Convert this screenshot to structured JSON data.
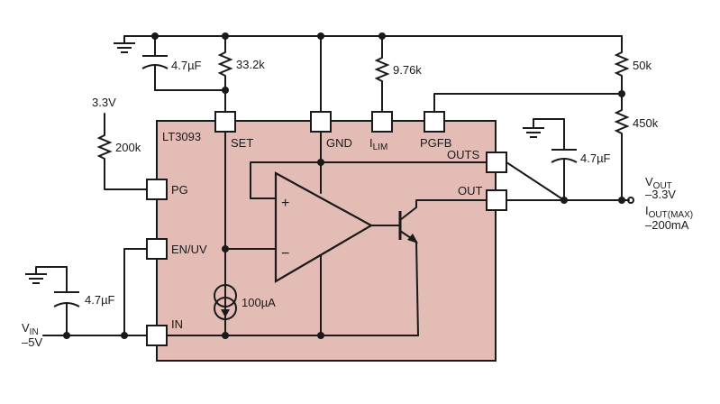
{
  "chip": {
    "name": "LT3093",
    "pins": {
      "set": "SET",
      "gnd": "GND",
      "ilim_main": "I",
      "ilim_sub": "LIM",
      "pgfb": "PGFB",
      "outs": "OUTS",
      "out": "OUT",
      "pg": "PG",
      "en_uv": "EN/UV",
      "in": "IN"
    },
    "current_source": "100µA",
    "opamp_plus": "+",
    "opamp_minus": "−"
  },
  "components": {
    "c_set": "4.7µF",
    "r_set": "33.2k",
    "r_ilim": "9.76k",
    "r_top": "50k",
    "r_bottom": "450k",
    "c_out": "4.7µF",
    "r_pg": "200k",
    "pg_supply": "3.3V",
    "c_in": "4.7µF"
  },
  "output": {
    "vout_main": "V",
    "vout_sub": "OUT",
    "vout_value": "–3.3V",
    "iout_main": "I",
    "iout_sub": "OUT(MAX)",
    "iout_value": "–200mA"
  },
  "input": {
    "vin_main": "V",
    "vin_sub": "IN",
    "vin_value": "–5V"
  }
}
